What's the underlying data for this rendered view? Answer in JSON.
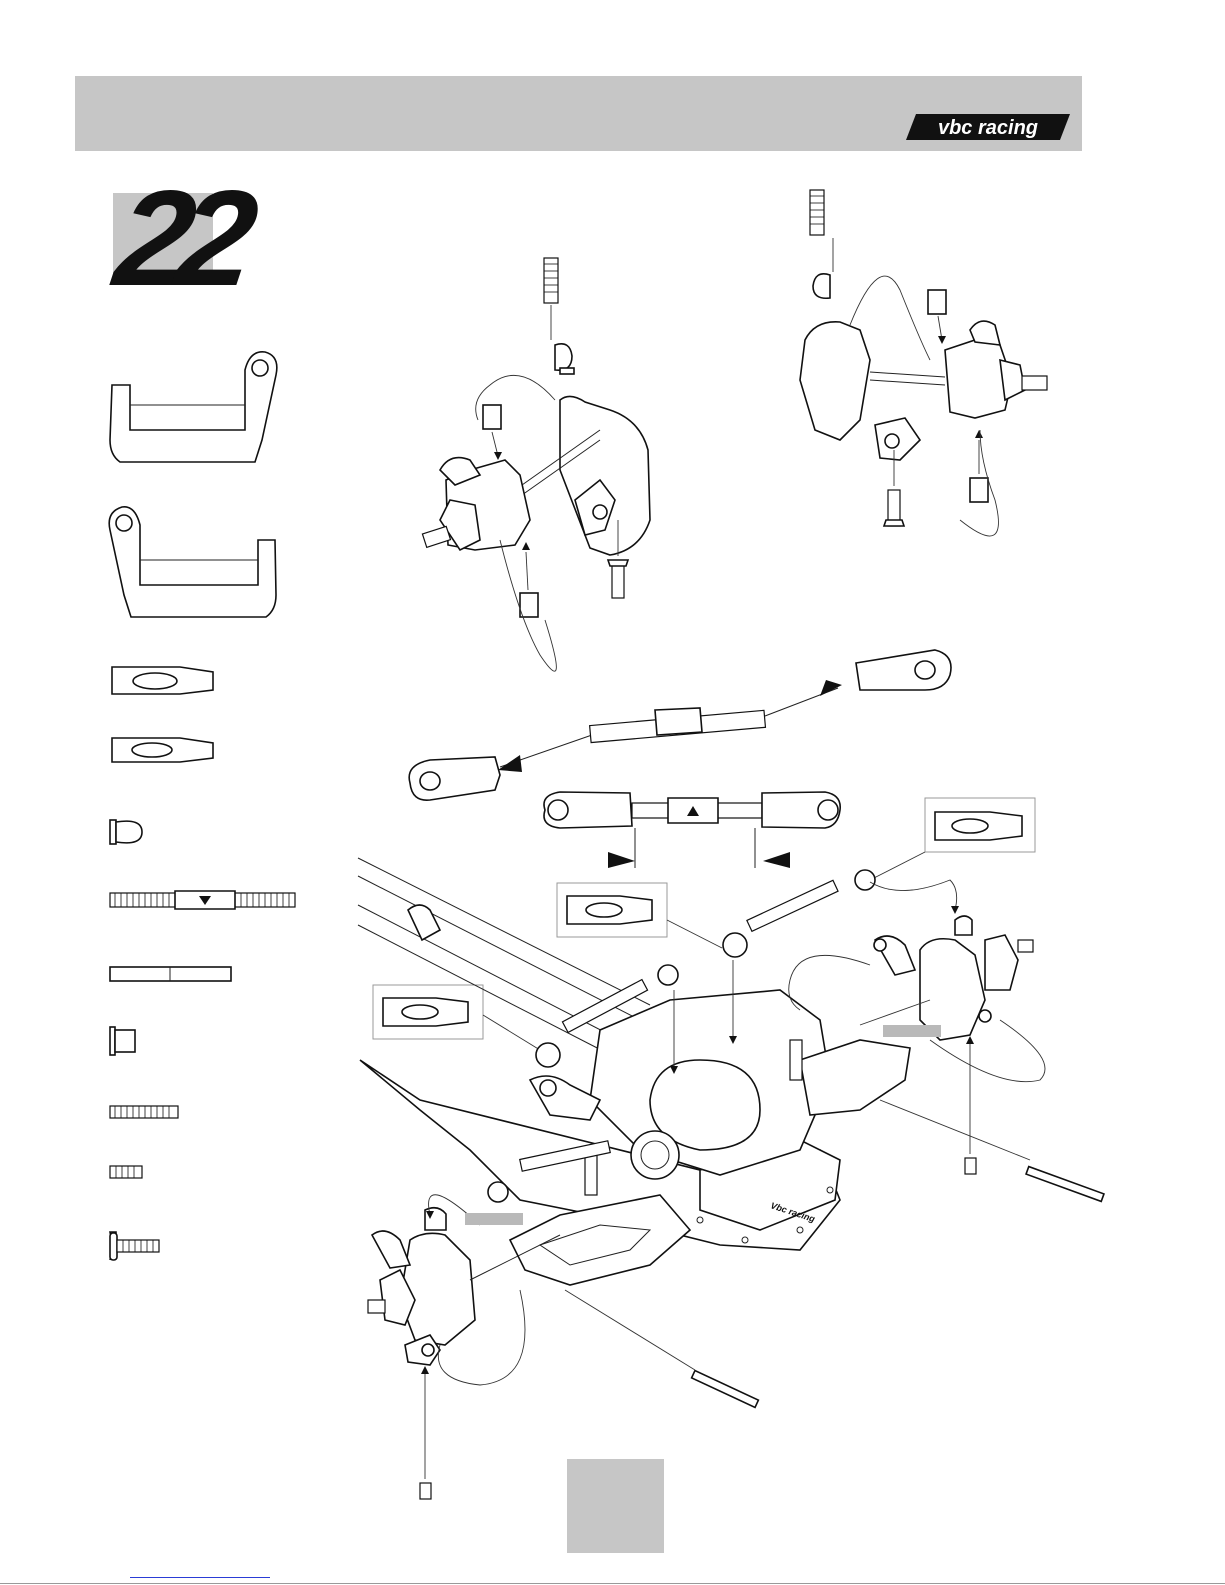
{
  "header": {
    "brand": "vbc racing",
    "bar_color": "#c6c6c6"
  },
  "step": {
    "number": "22"
  },
  "parts_list": [
    {
      "icon": "front-upper-bracket-right-icon"
    },
    {
      "icon": "front-upper-bracket-left-icon"
    },
    {
      "icon": "ball-end-long-icon"
    },
    {
      "icon": "ball-end-short-icon"
    },
    {
      "icon": "pivot-ball-icon"
    },
    {
      "icon": "turnbuckle-icon"
    },
    {
      "icon": "hinge-pin-icon"
    },
    {
      "icon": "bushing-icon"
    },
    {
      "icon": "set-screw-long-icon"
    },
    {
      "icon": "set-screw-short-icon"
    },
    {
      "icon": "button-head-screw-icon"
    }
  ],
  "chassis_logo": "Vbc racing"
}
